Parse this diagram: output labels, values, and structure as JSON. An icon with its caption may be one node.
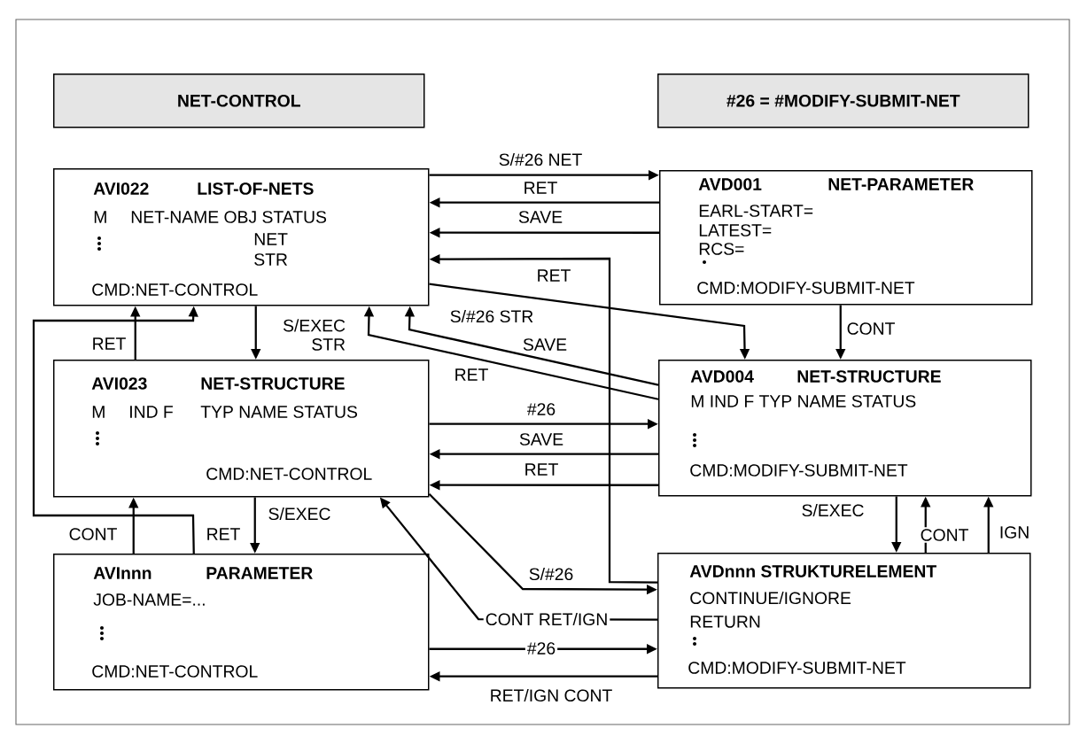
{
  "diagram": {
    "nodes": [
      {
        "text": [
          "NET-CONTROL"
        ]
      },
      {
        "text": [
          "#26 = #MODIFY-SUBMIT-NET"
        ]
      },
      {
        "text": [
          "AVI022",
          "LIST-OF-NETS",
          "M",
          "NET-NAME OBJ STATUS",
          "NET",
          "STR",
          "CMD:NET-CONTROL"
        ]
      },
      {
        "text": [
          "AVD001",
          "NET-PARAMETER",
          "EARL-START=",
          "LATEST=",
          "RCS=",
          "CMD:MODIFY-SUBMIT-NET"
        ]
      },
      {
        "text": [
          "AVI023",
          "NET-STRUCTURE",
          "M",
          "IND F",
          "TYP NAME STATUS",
          "CMD:NET-CONTROL"
        ]
      },
      {
        "text": [
          "AVD004",
          "NET-STRUCTURE",
          "M IND F TYP NAME STATUS",
          "CMD:MODIFY-SUBMIT-NET"
        ]
      },
      {
        "text": [
          "AVInnn",
          "PARAMETER",
          "JOB-NAME=...",
          "CMD:NET-CONTROL"
        ]
      },
      {
        "text": [
          "AVDnnn STRUKTURELEMENT",
          "CONTINUE/IGNORE",
          "RETURN",
          "CMD:MODIFY-SUBMIT-NET"
        ]
      }
    ],
    "edges": [
      {
        "from": 2,
        "to": 3,
        "arrow": "to",
        "label": "S/#26 NET"
      },
      {
        "from": 3,
        "to": 2,
        "arrow": "to",
        "label": "RET"
      },
      {
        "from": 3,
        "to": 2,
        "arrow": "to",
        "label": "SAVE"
      },
      {
        "from": 7,
        "to": 2,
        "arrow": "to",
        "label": "RET"
      },
      {
        "from": 2,
        "to": 5,
        "arrow": "to",
        "label": "S/#26 STR"
      },
      {
        "from": 5,
        "to": 2,
        "arrow": "to",
        "label": "SAVE"
      },
      {
        "from": 5,
        "to": 2,
        "arrow": "to",
        "label": "RET"
      },
      {
        "from": 3,
        "to": 5,
        "arrow": "to",
        "label": "CONT"
      },
      {
        "from": 4,
        "to": 2,
        "arrow": "to",
        "label": "RET"
      },
      {
        "from": 2,
        "to": 4,
        "arrow": "to",
        "label": "S/EXEC STR"
      },
      {
        "from": 6,
        "to": 2,
        "arrow": "to",
        "label": "RET"
      },
      {
        "from": 6,
        "to": 4,
        "arrow": "to",
        "label": "CONT"
      },
      {
        "from": 4,
        "to": 6,
        "arrow": "to",
        "label": "S/EXEC"
      },
      {
        "from": 4,
        "to": 5,
        "arrow": "to",
        "label": "#26"
      },
      {
        "from": 5,
        "to": 4,
        "arrow": "to",
        "label": "SAVE"
      },
      {
        "from": 5,
        "to": 4,
        "arrow": "to",
        "label": "RET"
      },
      {
        "from": 4,
        "to": 7,
        "arrow": "to",
        "label": "S/#26"
      },
      {
        "from": 7,
        "to": 4,
        "arrow": "to",
        "label": "CONT RET/IGN"
      },
      {
        "from": 6,
        "to": 7,
        "arrow": "to",
        "label": "#26"
      },
      {
        "from": 7,
        "to": 6,
        "arrow": "to",
        "label": "RET/IGN CONT"
      },
      {
        "from": 5,
        "to": 7,
        "arrow": "to",
        "label": "S/EXEC"
      },
      {
        "from": 7,
        "to": 5,
        "arrow": "to",
        "label": "CONT"
      },
      {
        "from": 7,
        "to": 5,
        "arrow": "to",
        "label": "IGN"
      }
    ]
  }
}
